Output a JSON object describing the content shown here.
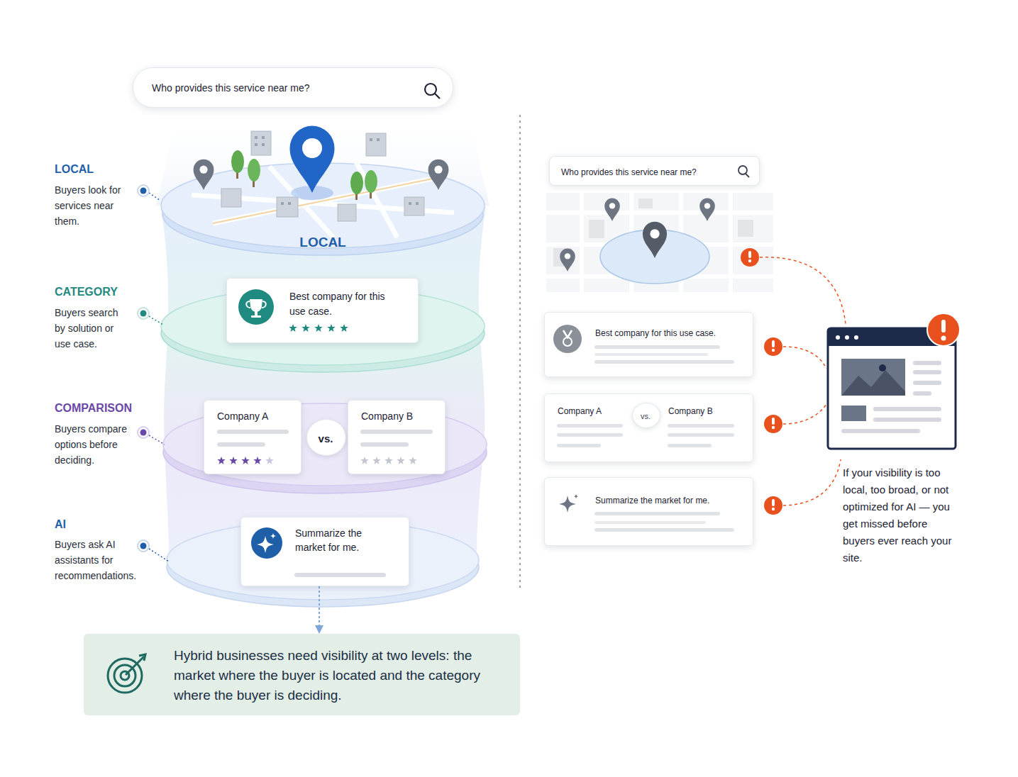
{
  "diagram": {
    "nodes": [
      {
        "text": [
          "Who provides this service near me?"
        ]
      },
      {
        "text": [
          "LOCAL"
        ]
      },
      {
        "text": [
          "Best company for this use case."
        ]
      },
      {
        "text": [
          "Company A"
        ]
      },
      {
        "text": [
          "vs."
        ]
      },
      {
        "text": [
          "Company B"
        ]
      },
      {
        "text": [
          "Summarize the market for me."
        ]
      },
      {
        "text": [
          "Hybrid businesses need visibility at two levels: the market where the buyer is located and the category where the buyer is deciding."
        ]
      },
      {
        "text": [
          "Who provides this service near me?"
        ]
      },
      {
        "text": [
          "Best company for this use case."
        ]
      },
      {
        "text": [
          "Company A",
          "Company B"
        ]
      },
      {
        "text": [
          "vs."
        ],
        "in": 10
      },
      {
        "text": [
          "Summarize the market for me."
        ]
      }
    ],
    "edges": [
      {
        "from": 6,
        "to": 7,
        "arrow": "to"
      }
    ],
    "labels": [
      "LOCAL",
      "Buyers look for services near them.",
      "CATEGORY",
      "Buyers search by solution or use case.",
      "COMPARISON",
      "Buyers compare options before deciding.",
      "AI",
      "Buyers ask AI assistants for recommendations.",
      "If your visibility is too local, too broad, or not optimized for AI — you get missed before buyers ever reach your site."
    ]
  }
}
